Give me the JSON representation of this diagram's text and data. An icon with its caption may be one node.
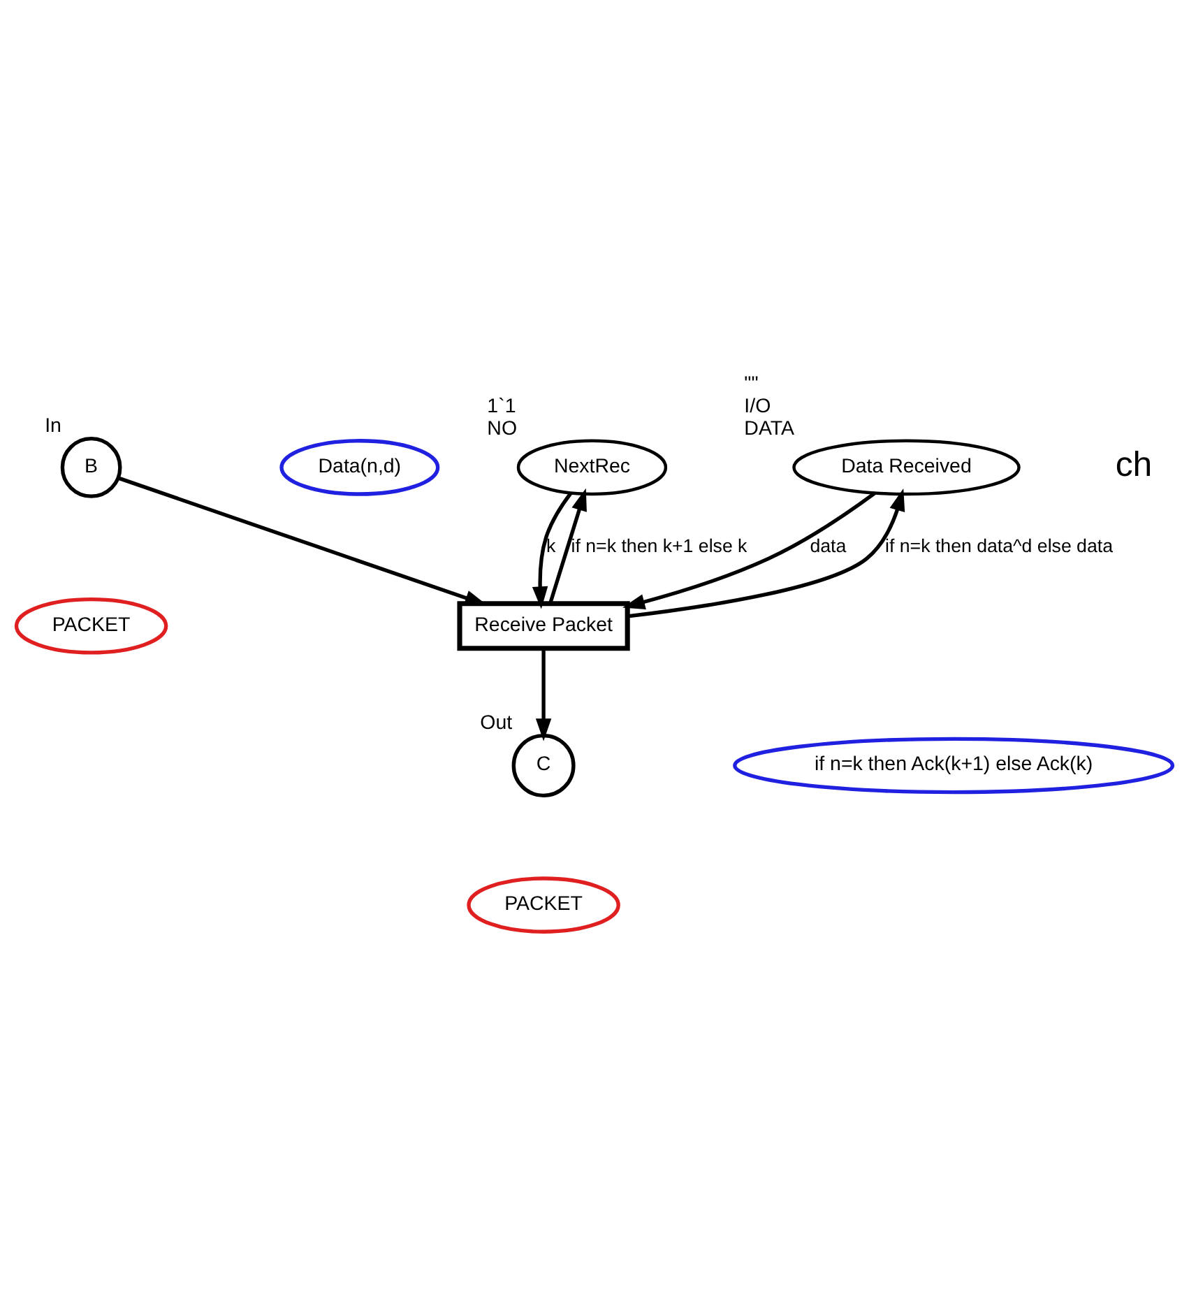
{
  "diagram": {
    "nodes": [
      {
        "text": [
          "Data Received"
        ],
        "beside": [
          "\"\"",
          "I/O",
          "DATA"
        ]
      },
      {
        "text": [
          "B"
        ],
        "beside": [
          "In"
        ]
      },
      {
        "text": [
          "PACKET"
        ]
      },
      {
        "text": [
          "Data(n,d)"
        ]
      },
      {
        "text": [
          "NextRec"
        ],
        "beside": [
          "1`1",
          "NO"
        ]
      },
      {
        "text": [
          "Receive Packet"
        ]
      },
      {
        "text": [
          "if n=k then Ack(k+1) else Ack(k)"
        ]
      },
      {
        "text": [
          "C"
        ],
        "beside": [
          "Out"
        ]
      },
      {
        "text": [
          "PACKET"
        ]
      }
    ],
    "edges": [
      {
        "from": 1,
        "to": 5,
        "arrow": "to"
      },
      {
        "from": 0,
        "to": 5,
        "arrow": "to",
        "label": "data"
      },
      {
        "from": 5,
        "to": 0,
        "arrow": "to",
        "label": "if n=k then data^d else data"
      },
      {
        "from": 4,
        "to": 5,
        "arrow": "to",
        "label": "k"
      },
      {
        "from": 5,
        "to": 4,
        "arrow": "to",
        "label": "if n=k then k+1 else k"
      },
      {
        "from": 5,
        "to": 7,
        "arrow": "to"
      }
    ],
    "labels": [
      "ch"
    ]
  }
}
